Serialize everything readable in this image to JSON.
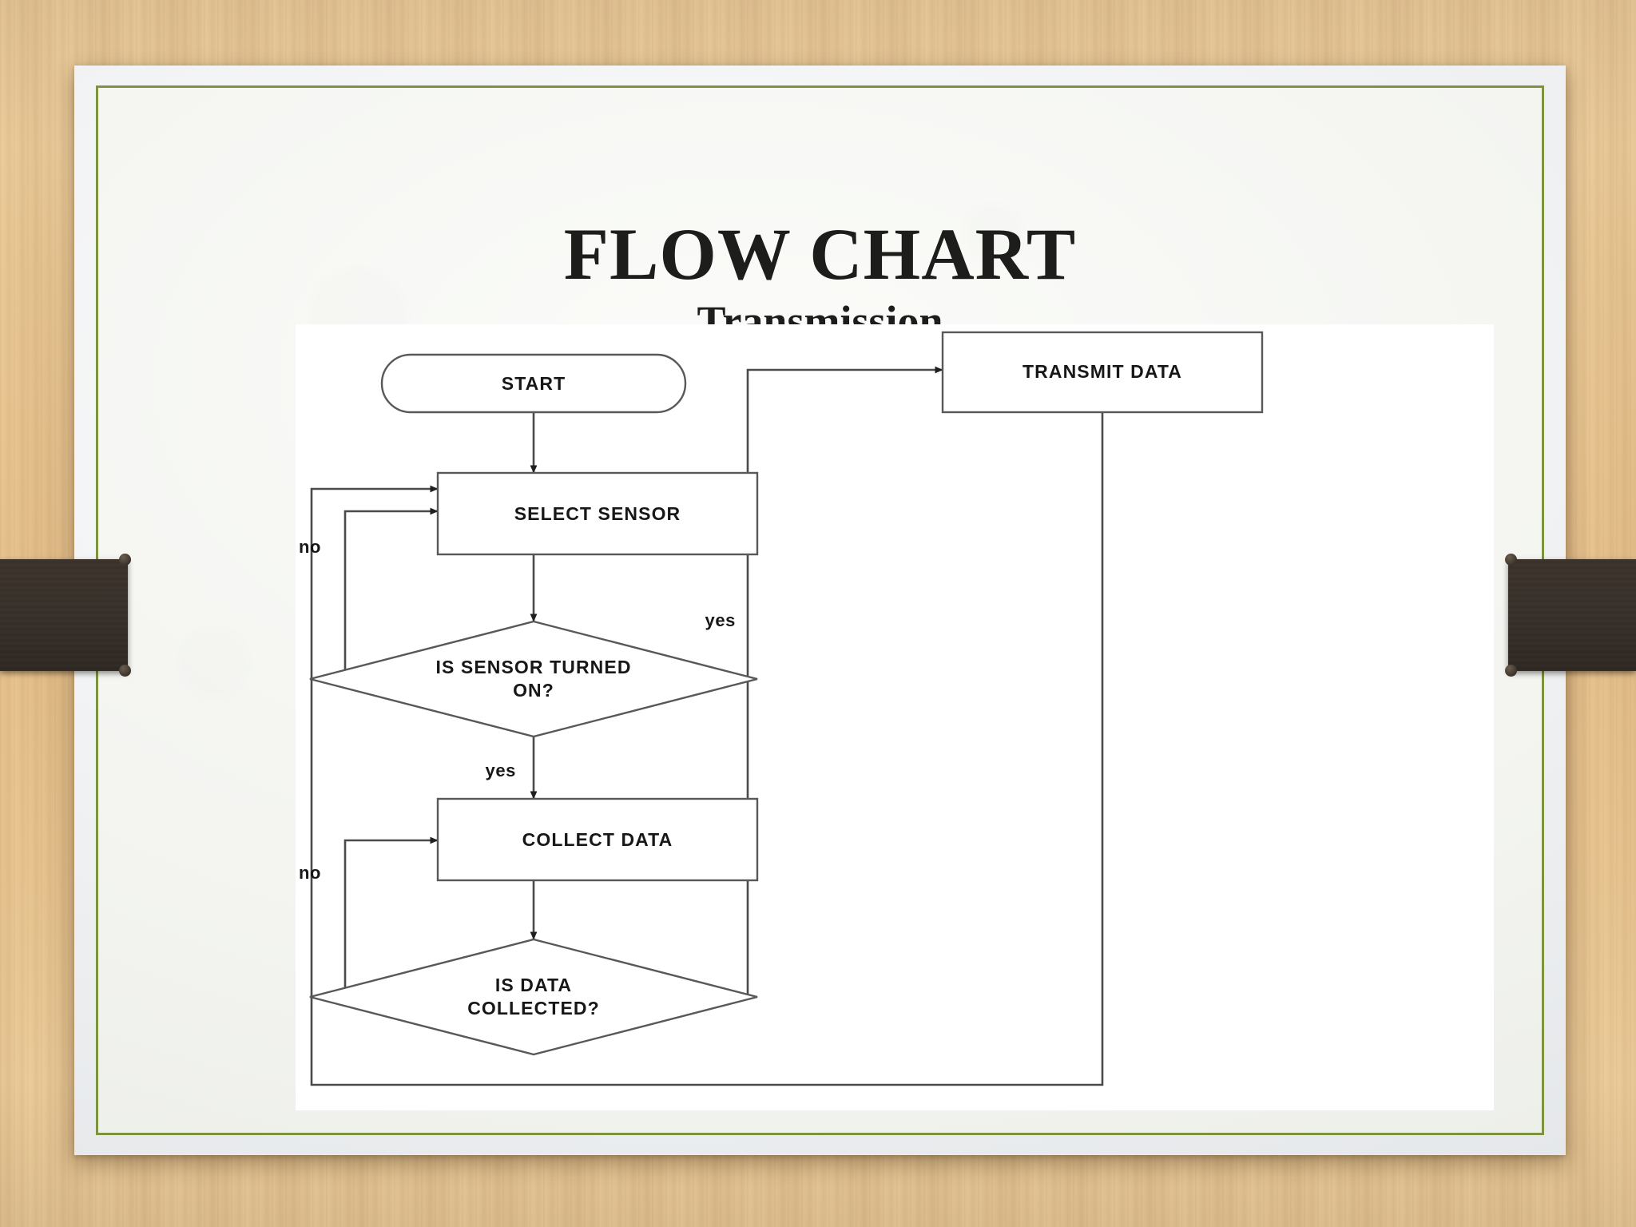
{
  "slide": {
    "title": "FLOW CHART",
    "subtitle": "Transmission",
    "border_color": "#7e9340",
    "background_color": "#e8c693",
    "paper_color": "#f3f4f0",
    "clip_color": "#37302a"
  },
  "chart_data": {
    "type": "diagram",
    "title": "FLOW CHART",
    "subtitle": "Transmission",
    "diagram_kind": "flowchart",
    "nodes": [
      {
        "id": "start",
        "shape": "terminator",
        "label": "START"
      },
      {
        "id": "select",
        "shape": "process",
        "label": "SELECT SENSOR"
      },
      {
        "id": "sensor_q",
        "shape": "decision",
        "label": "IS SENSOR TURNED ON?",
        "lines": [
          "IS SENSOR TURNED",
          "ON?"
        ]
      },
      {
        "id": "collect",
        "shape": "process",
        "label": "COLLECT DATA"
      },
      {
        "id": "data_q",
        "shape": "decision",
        "label": "IS DATA COLLECTED?",
        "lines": [
          "IS DATA",
          "COLLECTED?"
        ]
      },
      {
        "id": "transmit",
        "shape": "process",
        "label": "TRANSMIT DATA"
      }
    ],
    "edges": [
      {
        "from": "start",
        "to": "select",
        "label": ""
      },
      {
        "from": "select",
        "to": "sensor_q",
        "label": ""
      },
      {
        "from": "sensor_q",
        "to": "select",
        "label": "no"
      },
      {
        "from": "sensor_q",
        "to": "collect",
        "label": "yes"
      },
      {
        "from": "data_q",
        "to": "collect",
        "label": "no"
      },
      {
        "from": "data_q",
        "to": "transmit",
        "label": "yes"
      },
      {
        "from": "transmit",
        "to": "select",
        "label": ""
      }
    ],
    "edge_labels": {
      "sensor_no": "no",
      "sensor_yes": "yes",
      "data_no": "no",
      "data_yes": "yes"
    }
  }
}
